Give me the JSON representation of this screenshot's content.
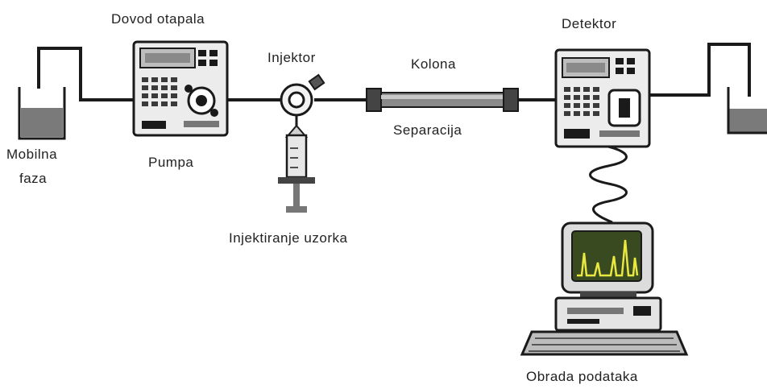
{
  "labels": {
    "solvent_supply": "Dovod otapala",
    "injector": "Injektor",
    "column": "Kolona",
    "detector": "Detektor",
    "separation": "Separacija",
    "mobile_phase_line1": "Mobilna",
    "mobile_phase_line2": "faza",
    "pump": "Pumpa",
    "sample_injection": "Injektiranje uzorka",
    "data_processing": "Obrada podataka"
  },
  "colors": {
    "line": "#1a1a1a",
    "device_fill": "#d8d8d8",
    "screen_bg": "#3a4a20",
    "chromatogram": "#e8e840"
  }
}
